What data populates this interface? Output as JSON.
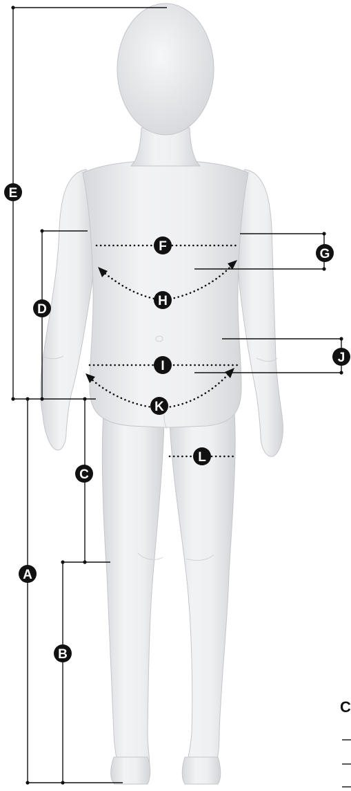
{
  "colors": {
    "background": "#ffffff",
    "mannequin_fill": "#e9eaec",
    "mannequin_edge": "#c9cbcf",
    "line": "#111111",
    "badge": "#111111",
    "badge_text": "#ffffff"
  },
  "labels": {
    "A": "A",
    "B": "B",
    "C": "C",
    "D": "D",
    "E": "E",
    "F": "F",
    "G": "G",
    "H": "H",
    "I": "I",
    "J": "J",
    "K": "K",
    "L": "L"
  },
  "edge_text": {
    "partial_heading": "C"
  }
}
